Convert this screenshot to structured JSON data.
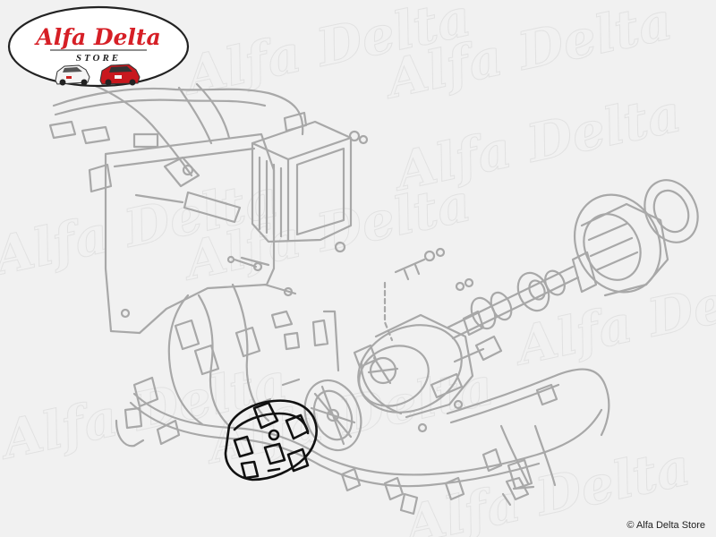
{
  "logo": {
    "brand": "Alfa Delta",
    "subtitle": "STORE",
    "brand_color": "#d61f26",
    "outline_color": "#222222"
  },
  "watermark_text": "Alfa Delta",
  "copyright": "© Alfa Delta Store",
  "colors": {
    "background": "#f1f1f1",
    "line_gray": "#a8a8a8",
    "highlight": "#111111",
    "watermark": "#e2e2e2"
  }
}
